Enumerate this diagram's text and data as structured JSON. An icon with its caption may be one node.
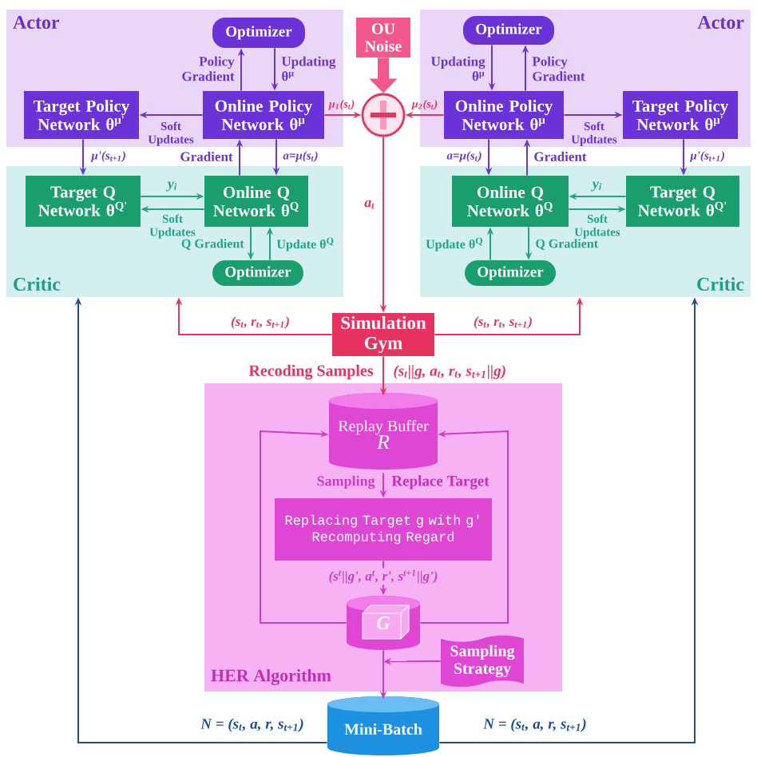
{
  "diagram": {
    "nodes": [
      {
        "text": [
          "Actor"
        ]
      },
      {
        "text": [
          "Optimizer"
        ],
        "in": 0
      },
      {
        "text": [
          "Target Policy Network θ$^{μ'}$"
        ],
        "in": 0
      },
      {
        "text": [
          "Online Policy Network θ$^{μ}$"
        ],
        "in": 0
      },
      {
        "text": [
          "Critic"
        ]
      },
      {
        "text": [
          "Target Q Network θ$^{Q'}$"
        ],
        "in": 4
      },
      {
        "text": [
          "Online Q Network θ$^{Q}$"
        ],
        "in": 4
      },
      {
        "text": [
          "Optimizer"
        ],
        "in": 4
      },
      {
        "text": [
          "OU Noise"
        ]
      },
      {
        "text": [],
        "shape": "circle"
      },
      {
        "text": [
          "Actor"
        ]
      },
      {
        "text": [
          "Optimizer"
        ],
        "in": 10
      },
      {
        "text": [
          "Online Policy Network θ$^{μ}$"
        ],
        "in": 10
      },
      {
        "text": [
          "Target Policy Network θ$^{μ'}$"
        ],
        "in": 10
      },
      {
        "text": [
          "Critic"
        ]
      },
      {
        "text": [
          "Online Q Network θ$^{Q}$"
        ],
        "in": 14
      },
      {
        "text": [
          "Target Q Network θ$^{Q'}$"
        ],
        "in": 14
      },
      {
        "text": [
          "Optimizer"
        ],
        "in": 14
      },
      {
        "text": [
          "Simulation Gym"
        ]
      },
      {
        "text": [
          "HER Algorithm"
        ]
      },
      {
        "text": [
          "Replay Buffer",
          "R"
        ],
        "in": 19
      },
      {
        "text": [
          "Replacing Target g with g'",
          "Recomputing Regard"
        ],
        "in": 19
      },
      {
        "text": [
          "G"
        ],
        "in": 19
      },
      {
        "text": [
          "Sampling Strategy"
        ],
        "in": 19
      },
      {
        "text": [
          "Mini-Batch"
        ]
      }
    ],
    "edges": [
      {
        "from": 3,
        "to": 1,
        "arrow": "to",
        "label": "Policy Gradient"
      },
      {
        "from": 1,
        "to": 3,
        "arrow": "to",
        "label": "Updating θ$^{μ}$"
      },
      {
        "from": 3,
        "to": 2,
        "arrow": "to",
        "label": "Soft Updtates"
      },
      {
        "from": 2,
        "to": 5,
        "arrow": "to",
        "label": "μ'(s$_{t+1}$)"
      },
      {
        "from": 6,
        "to": 3,
        "arrow": "to",
        "label": "Gradient"
      },
      {
        "from": 3,
        "to": 6,
        "arrow": "to",
        "label": "a=μ(s$_{t}$)"
      },
      {
        "from": 5,
        "to": 6,
        "arrow": "to",
        "label": "y$_{i}$",
        "color": "#1fa58a"
      },
      {
        "from": 6,
        "to": 5,
        "arrow": "to",
        "label": "Soft Updtates",
        "color": "#1fa58a"
      },
      {
        "from": 6,
        "to": 7,
        "arrow": "to",
        "label": "Q Gradient",
        "color": "#1fa58a"
      },
      {
        "from": 7,
        "to": 6,
        "arrow": "to",
        "label": "Update θ$^{Q}$",
        "color": "#1fa58a"
      },
      {
        "from": 3,
        "to": 9,
        "arrow": "to",
        "label": "μ$_{1}$(s$_{t}$)",
        "color": "#e8325f"
      },
      {
        "from": 8,
        "to": 9,
        "arrow": "to",
        "style": "thick",
        "color": "#f2588c"
      },
      {
        "from": 12,
        "to": 9,
        "arrow": "to",
        "label": "μ$_{2}$(s$_{t}$)",
        "color": "#e8325f"
      },
      {
        "from": 9,
        "to": 18,
        "arrow": "to",
        "label": "a$_{t}$",
        "color": "#e8325f"
      },
      {
        "from": 12,
        "to": 11,
        "arrow": "to",
        "label": "Policy Gradient"
      },
      {
        "from": 11,
        "to": 12,
        "arrow": "to",
        "label": "Updating θ$^{μ}$"
      },
      {
        "from": 12,
        "to": 13,
        "arrow": "to",
        "label": "Soft Updtates"
      },
      {
        "from": 13,
        "to": 16,
        "arrow": "to",
        "label": "μ'(s$_{t+1}$)"
      },
      {
        "from": 15,
        "to": 12,
        "arrow": "to",
        "label": "Gradient"
      },
      {
        "from": 12,
        "to": 15,
        "arrow": "to",
        "label": "a=μ(s$_{t}$)"
      },
      {
        "from": 16,
        "to": 15,
        "arrow": "to",
        "label": "y$_{i}$",
        "color": "#1fa58a"
      },
      {
        "from": 15,
        "to": 16,
        "arrow": "to",
        "label": "Soft Updtates",
        "color": "#1fa58a"
      },
      {
        "from": 15,
        "to": 17,
        "arrow": "to",
        "label": "Q Gradient",
        "color": "#1fa58a"
      },
      {
        "from": 17,
        "to": 15,
        "arrow": "to",
        "label": "Update θ$^{Q}$",
        "color": "#1fa58a"
      },
      {
        "from": 18,
        "to": 4,
        "arrow": "to",
        "label": "(s$_{t}$, r$_{t}$, s$_{t+1}$)",
        "color": "#e8325f"
      },
      {
        "from": 18,
        "to": 14,
        "arrow": "to",
        "label": "(s$_{t}$, r$_{t}$, s$_{t+1}$)",
        "color": "#e8325f"
      },
      {
        "from": 18,
        "to": 20,
        "arrow": "to",
        "label": "(s$_{t}$||g, a$_{t}$, r$_{t}$, s$_{t+1}$||g)",
        "color": "#e8325f"
      },
      {
        "from": 20,
        "to": 21,
        "arrow": "to",
        "label": "Sampling",
        "color": "#d03cc6"
      },
      {
        "from": 21,
        "to": 22,
        "arrow": "to",
        "label": "(s$^{t}$||g', a$^{t}$, r', s$^{t+1}$||g')",
        "color": "#d03cc6"
      },
      {
        "from": 22,
        "to": 20,
        "arrow": "to",
        "color": "#d03cc6"
      },
      {
        "from": 22,
        "to": 20,
        "arrow": "to",
        "color": "#d03cc6"
      },
      {
        "from": 22,
        "to": 24,
        "arrow": "to",
        "color": "#d03cc6"
      },
      {
        "from": 23,
        "to": 22,
        "arrow": "to",
        "color": "#d03cc6"
      },
      {
        "from": 24,
        "to": 4,
        "arrow": "to",
        "label": "N = (s$_{t}$, a, r, s$_{t+1}$)",
        "color": "#1c4f94"
      },
      {
        "from": 24,
        "to": 14,
        "arrow": "to",
        "label": "N = (s$_{t}$, a, r, s$_{t+1}$)",
        "color": "#1c4f94"
      }
    ],
    "labels": [
      "Recoding Samples",
      "Replace Target"
    ]
  }
}
